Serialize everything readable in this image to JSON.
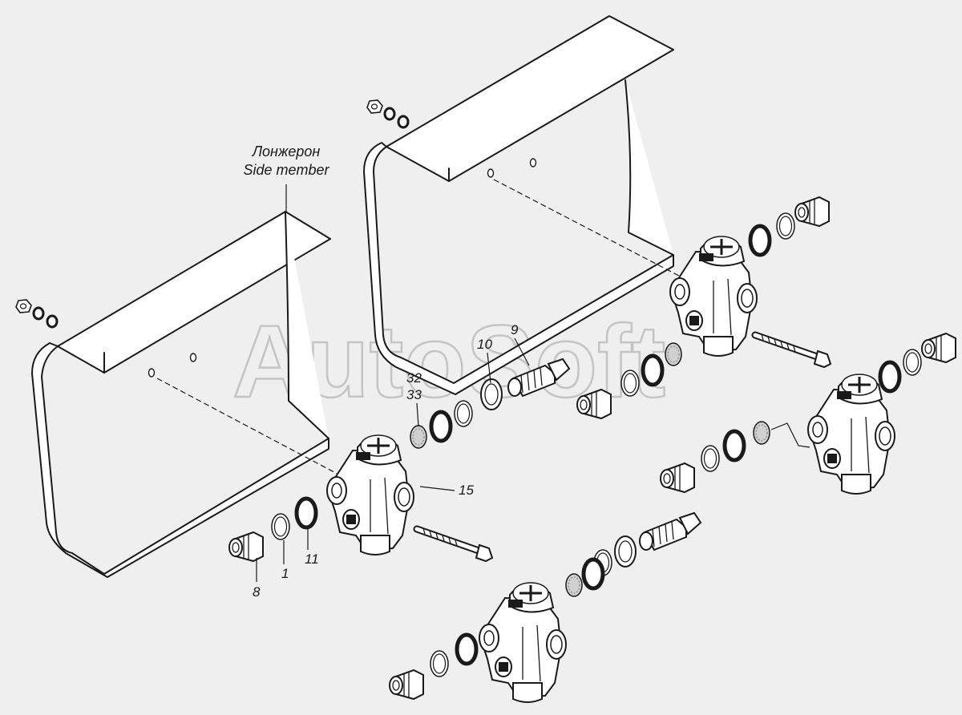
{
  "side_member_label": {
    "ru": "Лонжерон",
    "en": "Side member"
  },
  "watermark": "AutoSoft",
  "callouts": [
    {
      "id": "callout-9",
      "text": "9"
    },
    {
      "id": "callout-10",
      "text": "10"
    },
    {
      "id": "callout-32",
      "text": "32"
    },
    {
      "id": "callout-33",
      "text": "33"
    },
    {
      "id": "callout-15",
      "text": "15"
    },
    {
      "id": "callout-11",
      "text": "11"
    },
    {
      "id": "callout-1",
      "text": "1"
    },
    {
      "id": "callout-8",
      "text": "8"
    }
  ],
  "colors": {
    "background": "#efefef",
    "line": "#1a1a1a",
    "watermark": "#bdbdbd"
  }
}
